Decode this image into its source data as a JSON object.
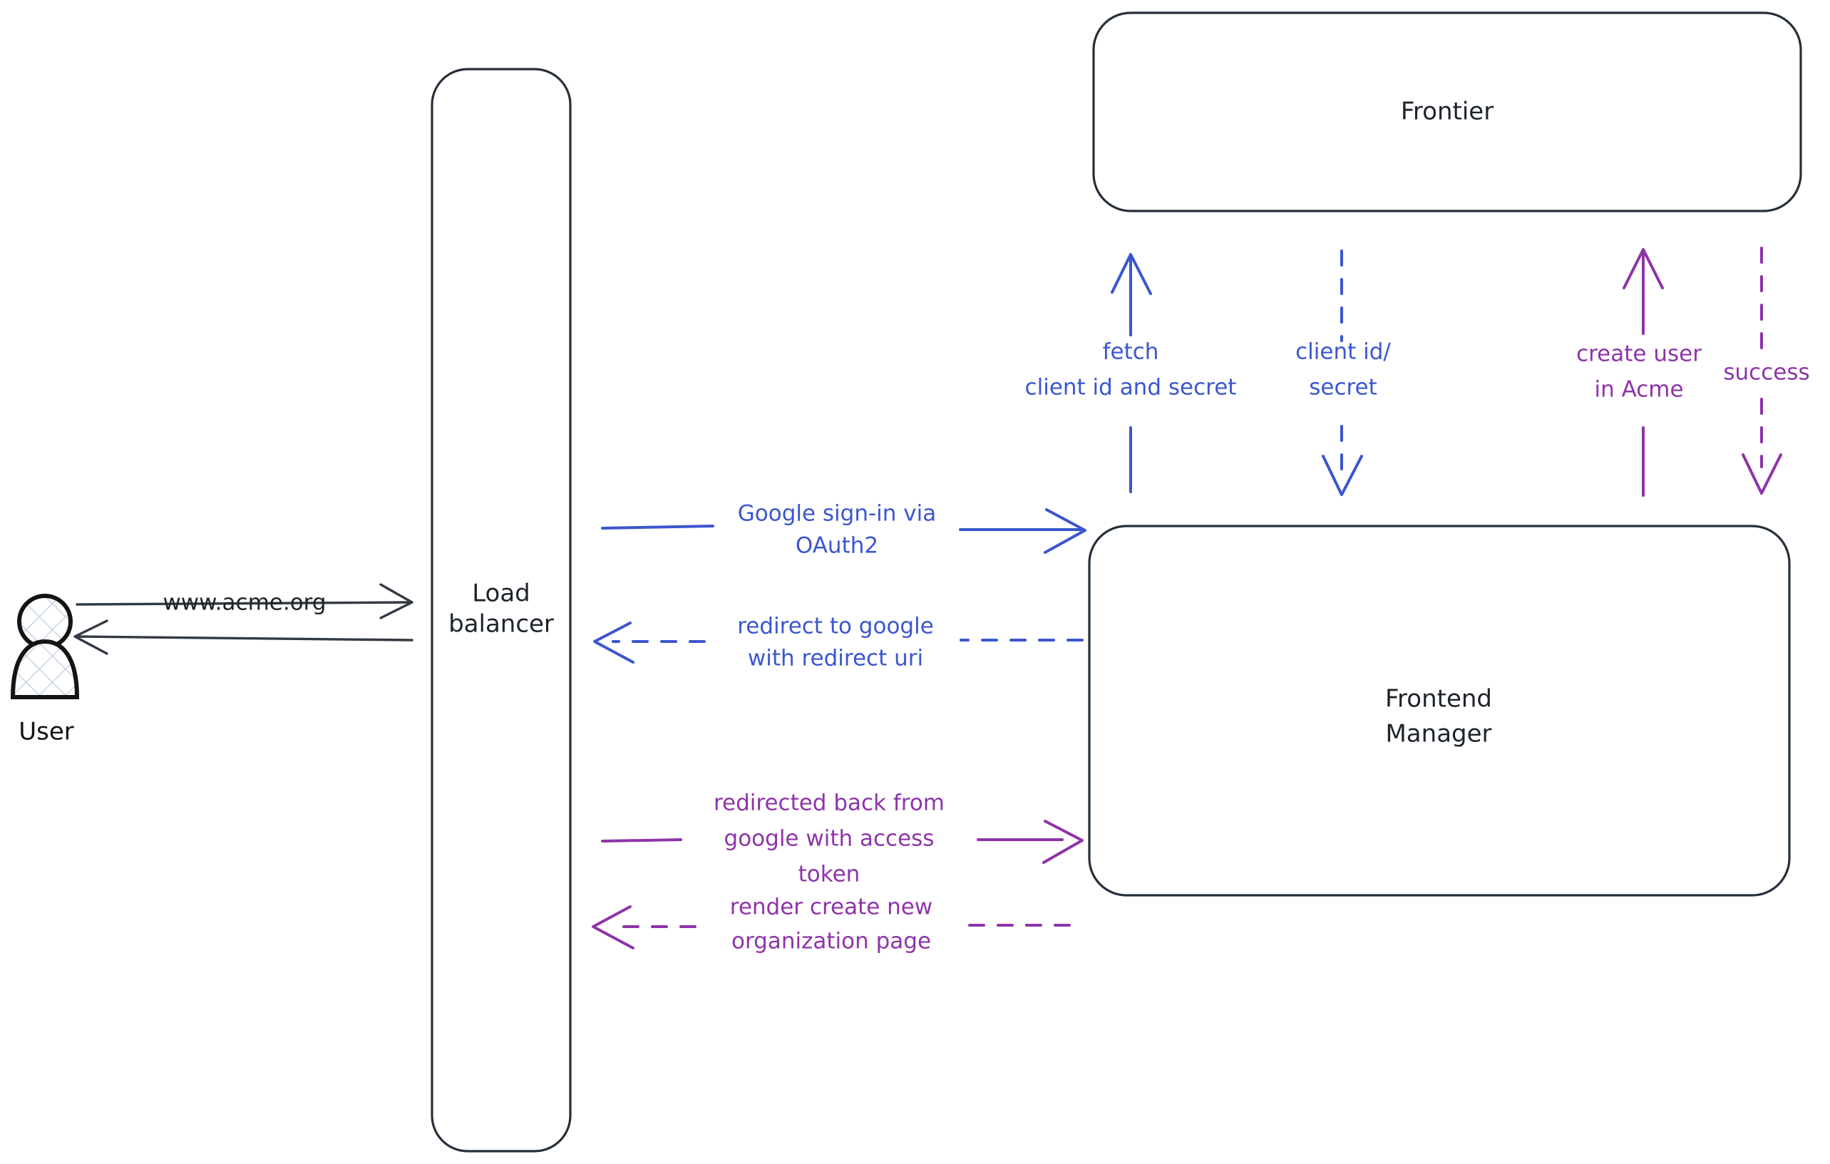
{
  "diagram": {
    "title": "Google OAuth2 sign-in sequence",
    "colors": {
      "blue": "#3b56cf",
      "purple": "#8e34a8",
      "dark": "#26303a",
      "background": "#ffffff",
      "hatch": "#c8d4e4"
    },
    "actors": [
      {
        "id": "user",
        "label": "User"
      }
    ],
    "nodes": [
      {
        "id": "load-balancer",
        "label_line1": "Load",
        "label_line2": "balancer"
      },
      {
        "id": "frontier",
        "label_line1": "Frontier",
        "label_line2": ""
      },
      {
        "id": "frontend-manager",
        "label_line1": "Frontend",
        "label_line2": "Manager"
      }
    ],
    "edges": [
      {
        "id": "user-to-lb",
        "label_lines": [
          "www.acme.org"
        ],
        "color": "dark",
        "style": "solid",
        "direction": "right"
      },
      {
        "id": "lb-to-user",
        "label_lines": [],
        "color": "dark",
        "style": "solid",
        "direction": "left"
      },
      {
        "id": "lb-to-fm-signin",
        "label_lines": [
          "Google sign-in via",
          "OAuth2"
        ],
        "color": "blue",
        "style": "solid",
        "direction": "right"
      },
      {
        "id": "fm-to-lb-redirect",
        "label_lines": [
          "redirect to google",
          "with redirect uri"
        ],
        "color": "blue",
        "style": "dashed",
        "direction": "left"
      },
      {
        "id": "lb-to-fm-token",
        "label_lines": [
          "redirected back from",
          "google with access",
          "token"
        ],
        "color": "purple",
        "style": "solid",
        "direction": "right"
      },
      {
        "id": "fm-to-lb-render",
        "label_lines": [
          "render create new",
          "organization page"
        ],
        "color": "purple",
        "style": "dashed",
        "direction": "left"
      },
      {
        "id": "fm-to-frontier-fetch",
        "label_lines": [
          "fetch",
          "client id and secret"
        ],
        "color": "blue",
        "style": "solid",
        "direction": "up"
      },
      {
        "id": "frontier-to-fm-creds",
        "label_lines": [
          "client id/",
          "secret"
        ],
        "color": "blue",
        "style": "dashed",
        "direction": "down"
      },
      {
        "id": "fm-to-frontier-create-user",
        "label_lines": [
          "create user",
          "in Acme"
        ],
        "color": "purple",
        "style": "solid",
        "direction": "up"
      },
      {
        "id": "frontier-to-fm-success",
        "label_lines": [
          "success"
        ],
        "color": "purple",
        "style": "dashed",
        "direction": "down"
      }
    ]
  }
}
